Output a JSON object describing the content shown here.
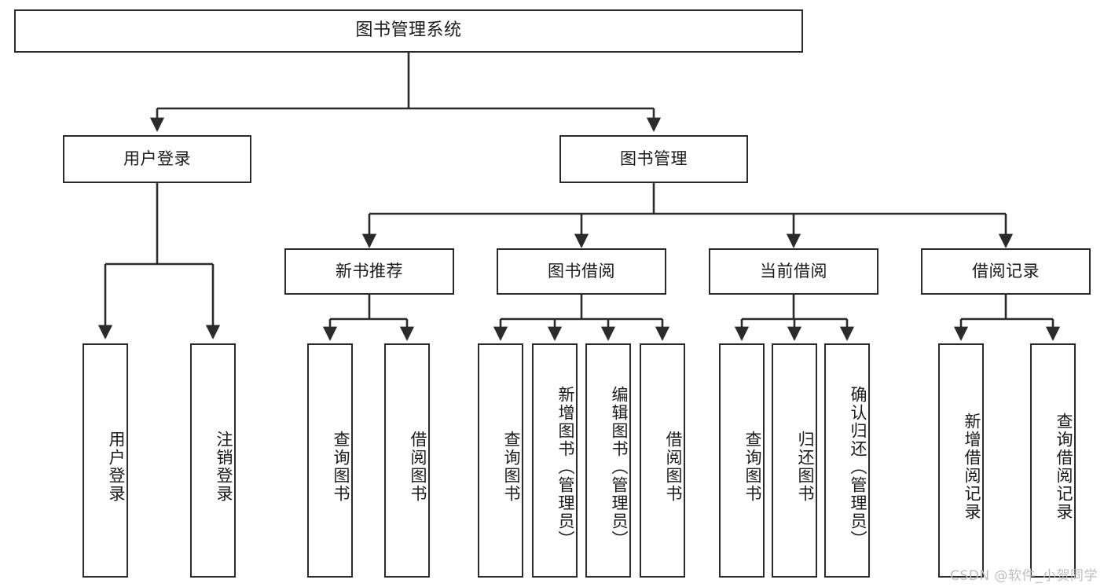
{
  "diagram": {
    "title": "图书管理系统",
    "type": "functional-decomposition-tree",
    "root": {
      "label": "图书管理系统"
    },
    "level2": [
      {
        "label": "用户登录"
      },
      {
        "label": "图书管理"
      }
    ],
    "level3": [
      {
        "label": "新书推荐"
      },
      {
        "label": "图书借阅"
      },
      {
        "label": "当前借阅"
      },
      {
        "label": "借阅记录"
      }
    ],
    "leaves": {
      "user_login": [
        {
          "label": "用户登录"
        },
        {
          "label": "注销登录"
        }
      ],
      "new_book_recommend": [
        {
          "label": "查询图书"
        },
        {
          "label": "借阅图书"
        }
      ],
      "book_borrow": [
        {
          "label": "查询图书"
        },
        {
          "label": "新增图书（管理员）"
        },
        {
          "label": "编辑图书（管理员）"
        },
        {
          "label": "借阅图书"
        }
      ],
      "current_borrow": [
        {
          "label": "查询图书"
        },
        {
          "label": "归还图书"
        },
        {
          "label": "确认归还（管理员）"
        }
      ],
      "borrow_record": [
        {
          "label": "新增借阅记录"
        },
        {
          "label": "查询借阅记录"
        }
      ]
    },
    "watermark": "CSDN @软件_小贺同学",
    "colors": {
      "border": "#2b2b2b",
      "background": "#ffffff",
      "text": "#1a1a1a",
      "watermark": "#bdbdbd"
    }
  }
}
